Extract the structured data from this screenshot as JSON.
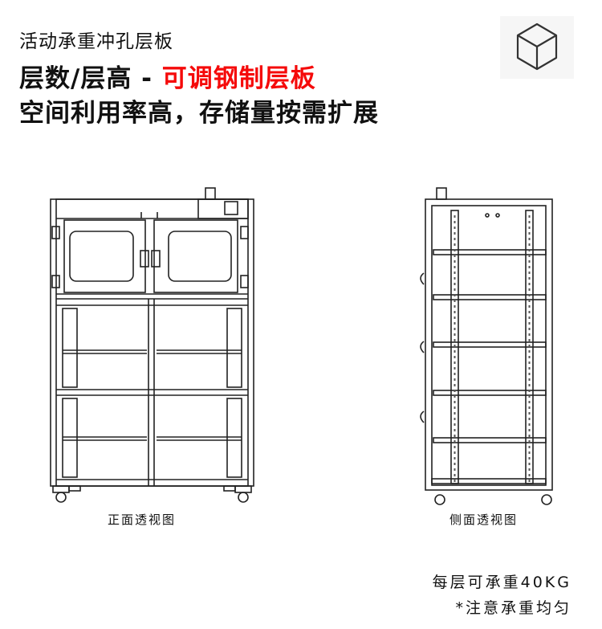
{
  "header": {
    "subtitle": "活动承重冲孔层板",
    "title_prefix": "层数/层高 - ",
    "title_highlight": "可调钢制层板",
    "tagline": "空间利用率高，存储量按需扩展",
    "highlight_color": "#f50a0a",
    "icon": "cube-icon"
  },
  "figures": {
    "front_caption": "正面透视图",
    "side_caption": "侧面透视图"
  },
  "notes": {
    "load": "每层可承重40KG",
    "warning": "*注意承重均匀"
  }
}
